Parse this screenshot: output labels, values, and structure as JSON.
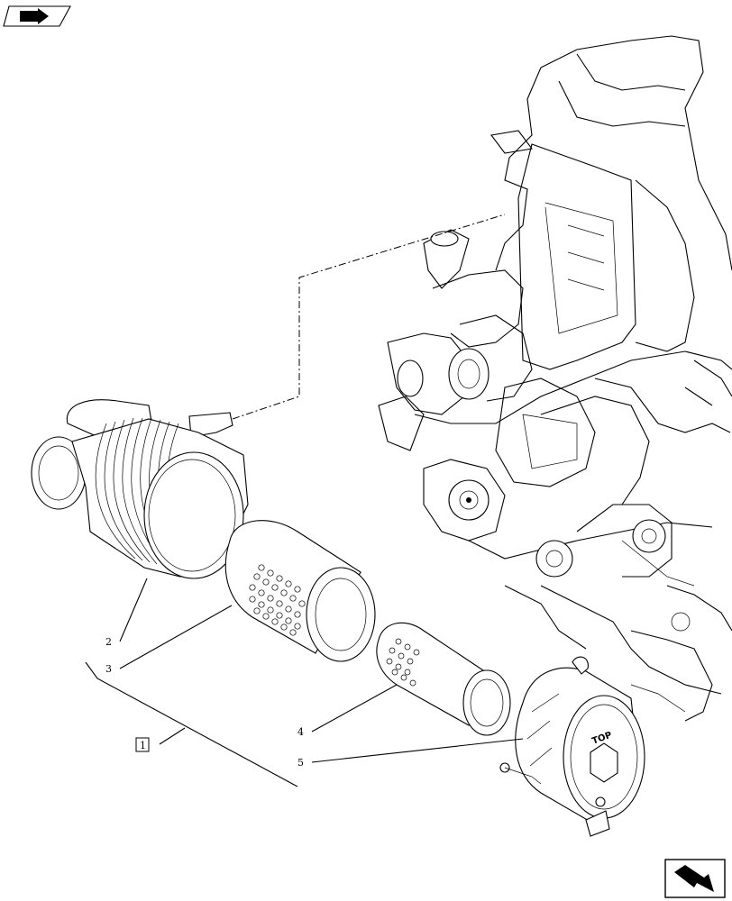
{
  "callouts": [
    {
      "id": "c1",
      "label": "1"
    },
    {
      "id": "c2",
      "label": "2"
    },
    {
      "id": "c3",
      "label": "3"
    },
    {
      "id": "c4",
      "label": "4"
    },
    {
      "id": "c5",
      "label": "5"
    }
  ],
  "cover_text": "TOP",
  "icons": {
    "top_left": "previous-page-arrow-icon",
    "bottom_right": "next-page-arrow-icon"
  }
}
